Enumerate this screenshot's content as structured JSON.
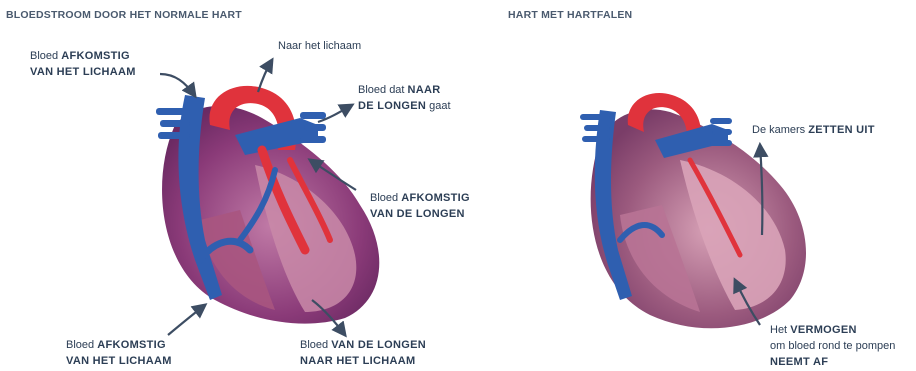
{
  "left_panel": {
    "title": "BLOEDSTROOM DOOR HET NORMALE HART",
    "labels": {
      "blood_from_body_top": {
        "line1_plain": "Bloed ",
        "line1_bold": "AFKOMSTIG",
        "line2_bold": "VAN HET LICHAAM"
      },
      "to_body": {
        "plain": "Naar het lichaam"
      },
      "to_lungs": {
        "line1_plain": "Bloed dat ",
        "line1_bold": "NAAR",
        "line2_bold": "DE LONGEN",
        "line2_plain": " gaat"
      },
      "from_lungs": {
        "line1_plain": "Bloed ",
        "line1_bold": "AFKOMSTIG",
        "line2_bold": "VAN DE LONGEN"
      },
      "blood_from_body_bottom": {
        "line1_plain": "Bloed ",
        "line1_bold": "AFKOMSTIG",
        "line2_bold": "VAN HET LICHAAM"
      },
      "lungs_to_body": {
        "line1_plain": "Bloed ",
        "line1_bold": "VAN DE LONGEN",
        "line2_bold": "NAAR HET LICHAAM"
      }
    }
  },
  "right_panel": {
    "title": "HART MET HARTFALEN",
    "labels": {
      "chambers_dilate": {
        "plain": "De kamers ",
        "bold": "ZETTEN UIT"
      },
      "capacity_decreases": {
        "line1_plain": "Het ",
        "line1_bold": "VERMOGEN",
        "line2_plain": "om bloed rond te pompen",
        "line3_bold": "NEEMT AF"
      }
    }
  },
  "colors": {
    "arrow": "#3d4d63",
    "vein_blue": "#2f5fb0",
    "artery_red": "#e0333c",
    "myocardium_purple": "#8a3a78",
    "wall_pink": "#c98aa8"
  }
}
